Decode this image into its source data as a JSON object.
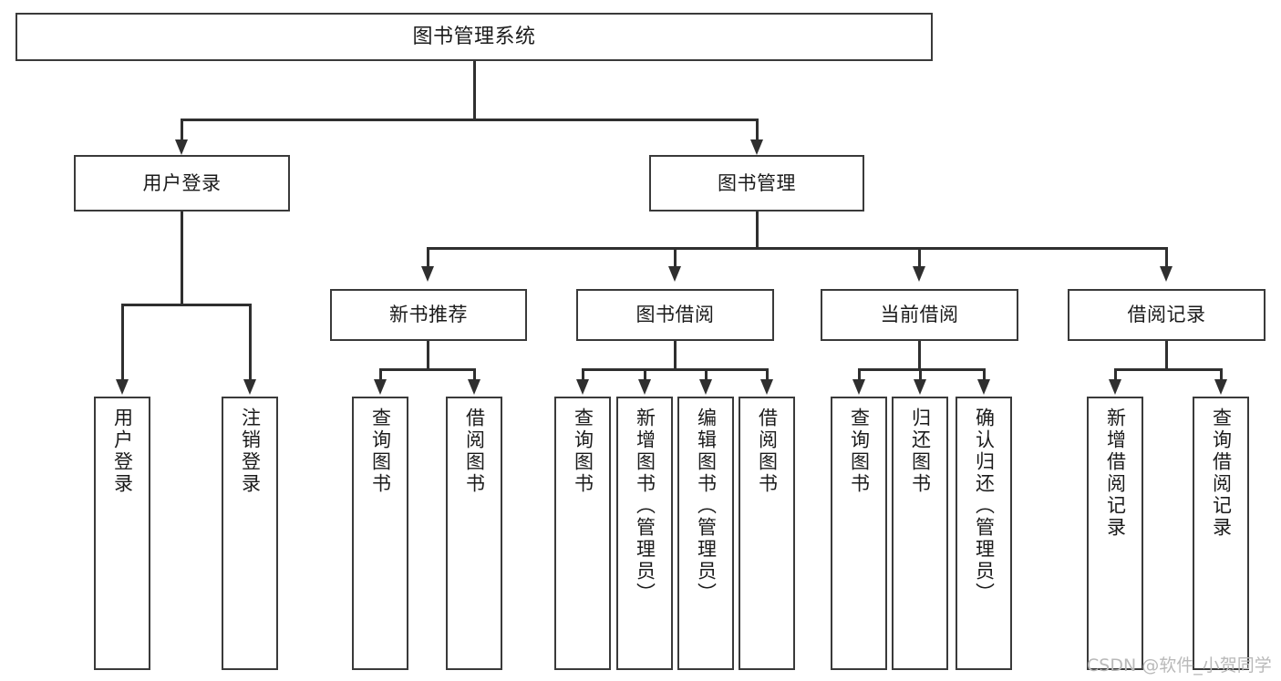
{
  "diagram": {
    "title": "图书管理系统",
    "type": "tree",
    "watermark": "CSDN @软件_小贺同学",
    "colors": {
      "box_border": "#3a3a3a",
      "connector": "#2f2f2f",
      "text": "#1b1b1b",
      "background": "#ffffff",
      "watermark": "#b9b9b9"
    },
    "nodes": {
      "root": {
        "label": "图书管理系统"
      },
      "level2": [
        {
          "label": "用户登录"
        },
        {
          "label": "图书管理"
        }
      ],
      "level3": [
        {
          "label": "新书推荐"
        },
        {
          "label": "图书借阅"
        },
        {
          "label": "当前借阅"
        },
        {
          "label": "借阅记录"
        }
      ],
      "leaves": {
        "user_login": [
          {
            "label": "用户登录"
          },
          {
            "label": "注销登录"
          }
        ],
        "new_book": [
          {
            "label": "查询图书"
          },
          {
            "label": "借阅图书"
          }
        ],
        "borrow": [
          {
            "label": "查询图书"
          },
          {
            "label": "新增图书（管理员）"
          },
          {
            "label": "编辑图书（管理员）"
          },
          {
            "label": "借阅图书"
          }
        ],
        "current": [
          {
            "label": "查询图书"
          },
          {
            "label": "归还图书"
          },
          {
            "label": "确认归还（管理员）"
          }
        ],
        "records": [
          {
            "label": "新增借阅记录"
          },
          {
            "label": "查询借阅记录"
          }
        ]
      }
    }
  }
}
